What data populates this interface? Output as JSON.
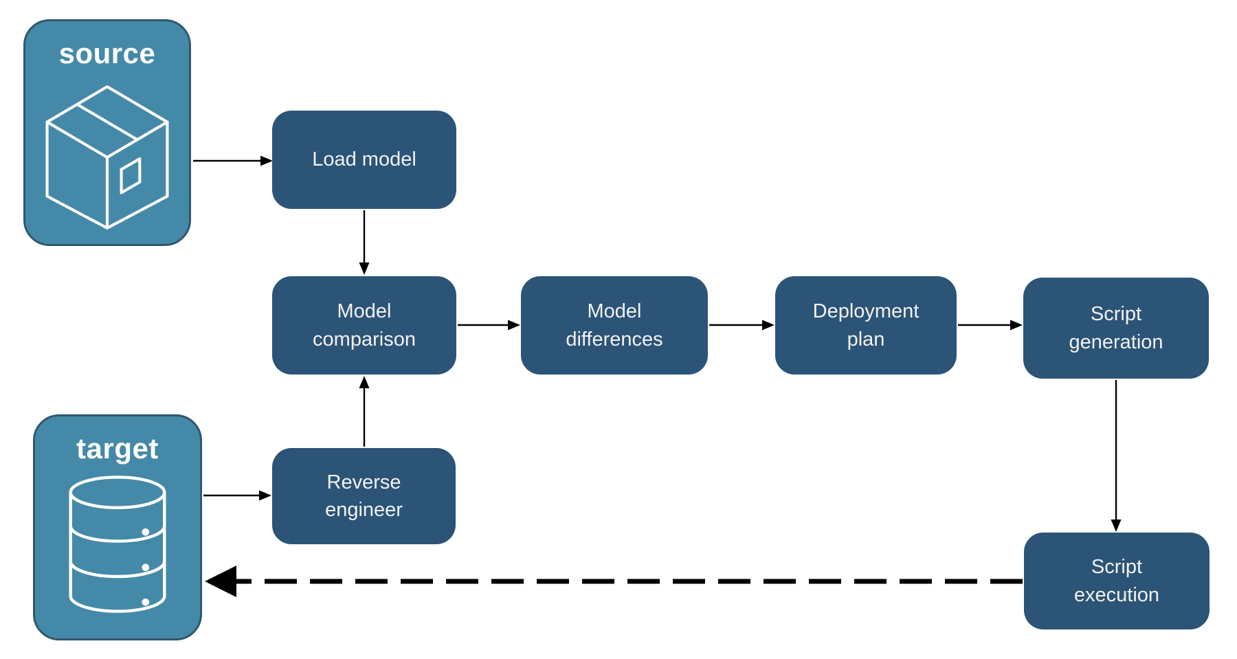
{
  "colors": {
    "background": "#FFFFFF",
    "container_fill": "#4589A8",
    "container_border": "#2E586D",
    "node_fill": "#2B5477",
    "node_text": "#F2F2F2",
    "container_label_text": "#FFFFFF",
    "arrow": "#000000",
    "icon_stroke": "#FFFFFF"
  },
  "containers": {
    "source": {
      "label": "source",
      "icon": "package-icon"
    },
    "target": {
      "label": "target",
      "icon": "database-icon"
    }
  },
  "nodes": {
    "load_model": {
      "label": "Load model"
    },
    "model_comparison": {
      "label": "Model comparison"
    },
    "model_differences": {
      "label": "Model differences"
    },
    "deployment_plan": {
      "label": "Deployment plan"
    },
    "script_generation": {
      "label": "Script generation"
    },
    "reverse_engineer": {
      "label": "Reverse engineer"
    },
    "script_execution": {
      "label": "Script execution"
    }
  },
  "edges": [
    {
      "from": "source",
      "to": "load_model",
      "style": "solid",
      "direction": "right"
    },
    {
      "from": "load_model",
      "to": "model_comparison",
      "style": "solid",
      "direction": "down"
    },
    {
      "from": "model_comparison",
      "to": "model_differences",
      "style": "solid",
      "direction": "right"
    },
    {
      "from": "model_differences",
      "to": "deployment_plan",
      "style": "solid",
      "direction": "right"
    },
    {
      "from": "deployment_plan",
      "to": "script_generation",
      "style": "solid",
      "direction": "right"
    },
    {
      "from": "script_generation",
      "to": "script_execution",
      "style": "solid",
      "direction": "down"
    },
    {
      "from": "target",
      "to": "reverse_engineer",
      "style": "solid",
      "direction": "right"
    },
    {
      "from": "reverse_engineer",
      "to": "model_comparison",
      "style": "solid",
      "direction": "up"
    },
    {
      "from": "script_execution",
      "to": "target",
      "style": "dashed",
      "direction": "left"
    }
  ]
}
